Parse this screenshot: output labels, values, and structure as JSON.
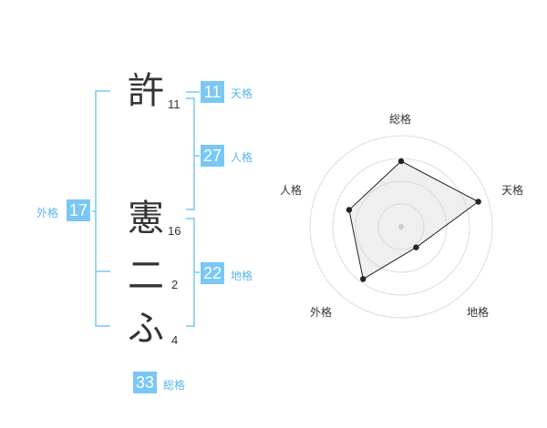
{
  "name": {
    "characters": [
      {
        "char": "許",
        "strokes": "11"
      },
      {
        "char": "憲",
        "strokes": "16"
      },
      {
        "char": "二",
        "strokes": "2"
      },
      {
        "char": "ふ",
        "strokes": "4"
      }
    ]
  },
  "kaku": {
    "tenkaku": {
      "value": "11",
      "label": "天格"
    },
    "jinkaku": {
      "value": "27",
      "label": "人格"
    },
    "chikaku": {
      "value": "22",
      "label": "地格"
    },
    "gaikaku": {
      "value": "17",
      "label": "外格"
    },
    "soukaku": {
      "value": "33",
      "label": "総格"
    }
  },
  "colors": {
    "accent": "#79c7f5",
    "bracket": "#79c7f5",
    "label": "#5ab4ea",
    "text": "#333333"
  },
  "chart_data": {
    "type": "radar",
    "axes": [
      "総格",
      "天格",
      "地格",
      "外格",
      "人格"
    ],
    "values": [
      0.72,
      0.89,
      0.28,
      0.71,
      0.6
    ],
    "rings": 4,
    "max": 1
  }
}
